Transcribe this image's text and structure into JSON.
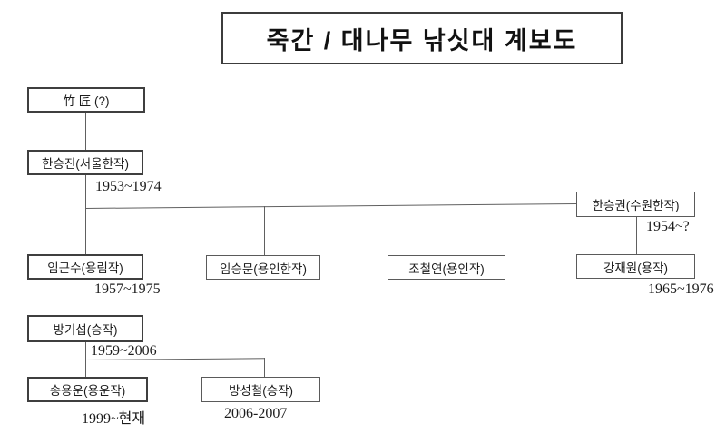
{
  "title": "죽간 / 대나무 낚싯대 계보도",
  "diagram_type": "genealogy-tree",
  "nodes": {
    "jukjang": {
      "label": "竹 匠 (?)",
      "date": ""
    },
    "han_seung_jin": {
      "label": "한승진(서울한작)",
      "date": "1953~1974"
    },
    "han_seung_gwon": {
      "label": "한승권(수원한작)",
      "date": "1954~?"
    },
    "im_geun_su": {
      "label": "임근수(용림작)",
      "date": "1957~1975"
    },
    "im_seung_mun": {
      "label": "임승문(용인한작)",
      "date": ""
    },
    "jo_cheol_yeon": {
      "label": "조철연(용인작)",
      "date": ""
    },
    "gang_jae_won": {
      "label": "강재원(용작)",
      "date": "1965~1976"
    },
    "bang_gi_seop": {
      "label": "방기섭(승작)",
      "date": "1959~2006"
    },
    "song_yong_un": {
      "label": "송용운(용운작)",
      "date": "1999~현재"
    },
    "bang_seong_cheol": {
      "label": "방성철(승작)",
      "date": "2006-2007"
    }
  },
  "edges": [
    {
      "from": "jukjang",
      "to": "han_seung_jin"
    },
    {
      "from": "han_seung_jin",
      "to": "im_geun_su"
    },
    {
      "from": "han_seung_jin",
      "to": "im_seung_mun"
    },
    {
      "from": "han_seung_jin",
      "to": "jo_cheol_yeon"
    },
    {
      "from": "han_seung_jin",
      "to": "han_seung_gwon"
    },
    {
      "from": "han_seung_gwon",
      "to": "gang_jae_won"
    },
    {
      "from": "im_geun_su",
      "to": "bang_gi_seop"
    },
    {
      "from": "bang_gi_seop",
      "to": "song_yong_un"
    },
    {
      "from": "bang_gi_seop",
      "to": "bang_seong_cheol"
    }
  ],
  "colors": {
    "background": "#ffffff",
    "line": "#606060",
    "border": "#5a5a5a",
    "border_heavy": "#3f3f3f",
    "text": "#1c1c1c"
  }
}
